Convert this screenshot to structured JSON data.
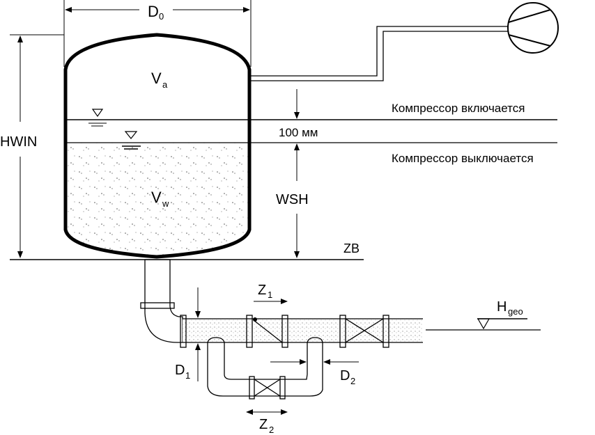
{
  "labels": {
    "d0": "D",
    "d0_sub": "0",
    "va": "V",
    "va_sub": "a",
    "vw": "V",
    "vw_sub": "w",
    "hwin": "HWIN",
    "wsh": "WSH",
    "zb": "ZB",
    "gap": "100 мм",
    "compressor_on": "Компрессор включается",
    "compressor_off": "Компрессор выключается",
    "z1": "Z",
    "z1_sub": "1",
    "z2": "Z",
    "z2_sub": "2",
    "d1": "D",
    "d1_sub": "1",
    "d2": "D",
    "d2_sub": "2",
    "hgeo": "H",
    "hgeo_sub": "geo"
  },
  "colors": {
    "line": "#000000",
    "water_fill": "#f2f2f2",
    "pipe_shade": "#e6e6e6"
  }
}
